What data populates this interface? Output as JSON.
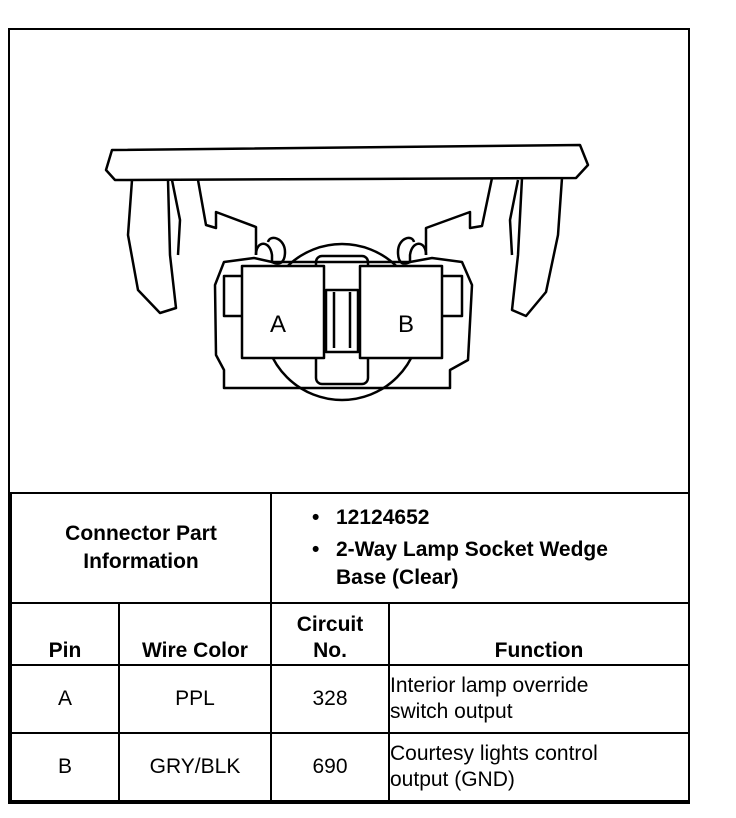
{
  "diagram": {
    "pin_a_label": "A",
    "pin_b_label": "B"
  },
  "connector": {
    "label_line1": "Connector Part",
    "label_line2": "Information",
    "items": [
      "12124652",
      "2-Way Lamp Socket Wedge",
      "Base (Clear)"
    ]
  },
  "table": {
    "headers": {
      "pin": "Pin",
      "wire_color": "Wire Color",
      "circuit_line1": "Circuit",
      "circuit_line2": "No.",
      "function": "Function"
    },
    "rows": [
      {
        "pin": "A",
        "wire_color": "PPL",
        "circuit": "328",
        "function_line1": "Interior lamp override",
        "function_line2": "switch output"
      },
      {
        "pin": "B",
        "wire_color": "GRY/BLK",
        "circuit": "690",
        "function_line1": "Courtesy lights control",
        "function_line2": "output (GND)"
      }
    ]
  }
}
